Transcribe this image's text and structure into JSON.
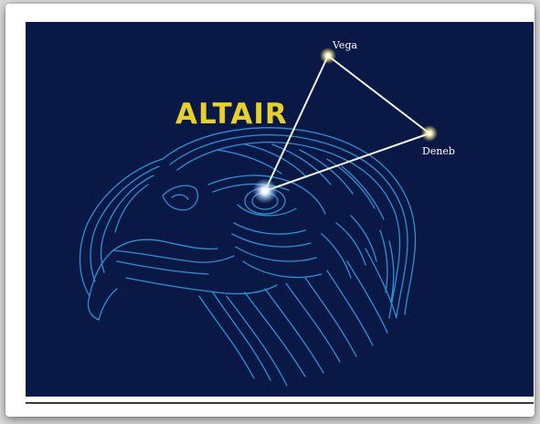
{
  "title": "ALTAIR",
  "stars": {
    "vega": "Vega",
    "deneb": "Deneb"
  },
  "colors": {
    "background": "#0a1846",
    "eagle": "#2e8fd6",
    "title": "#e8d02c",
    "triangle": "#ffffff",
    "frame": "#ffffff"
  },
  "icons": {
    "subject": "eagle-head-illustration"
  }
}
